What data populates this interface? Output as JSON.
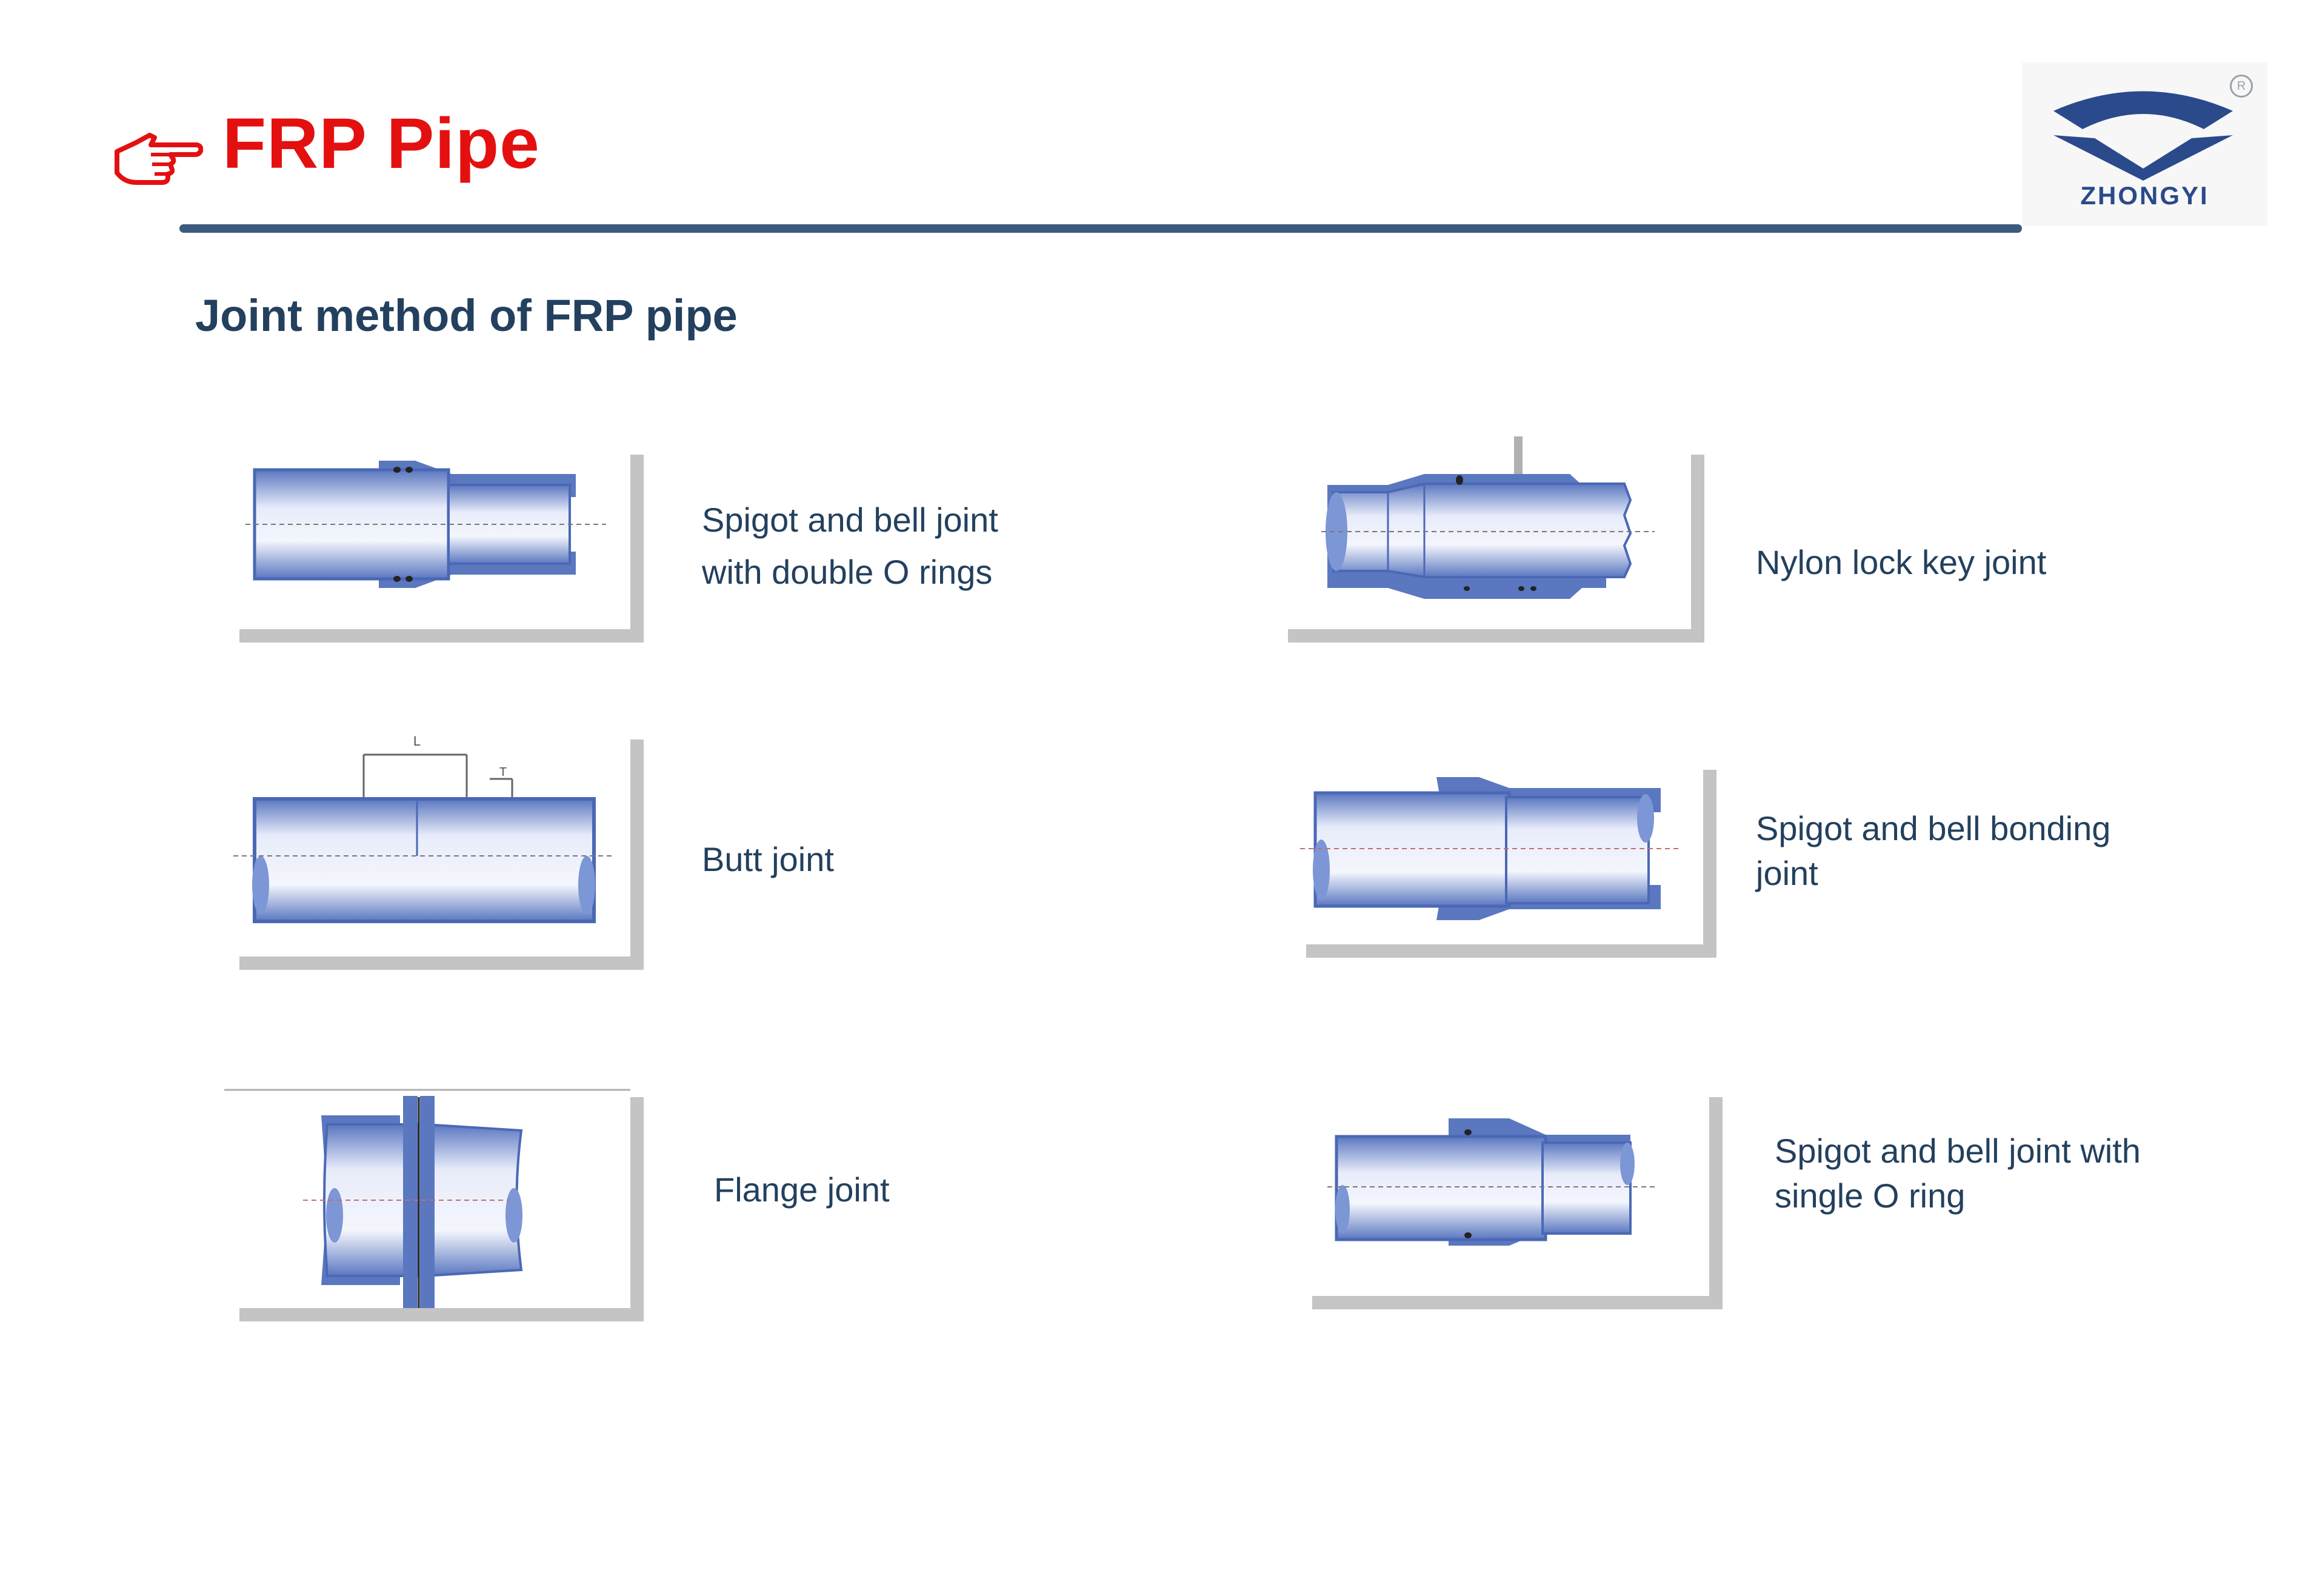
{
  "header": {
    "icon": "pointing-hand-icon",
    "title": "FRP Pipe",
    "title_color": "#e41010",
    "rule_color": "#3c5a7d"
  },
  "logo": {
    "text": "ZHONGYI",
    "registered_mark": "R",
    "brand_color": "#2a4a8c"
  },
  "section": {
    "heading": "Joint method of FRP pipe"
  },
  "joints": [
    {
      "label_lines": [
        "Spigot and bell joint",
        "with double O rings"
      ],
      "icon": "spigot-bell-double-o-ring-diagram"
    },
    {
      "label_lines": [
        "Nylon lock key joint"
      ],
      "icon": "nylon-lock-key-diagram"
    },
    {
      "label_lines": [
        "Butt joint"
      ],
      "icon": "butt-joint-diagram",
      "dimension_labels": [
        "L",
        "T"
      ]
    },
    {
      "label_lines": [
        "Spigot and bell bonding",
        "joint"
      ],
      "icon": "spigot-bell-bonding-diagram"
    },
    {
      "label_lines": [
        "Flange joint"
      ],
      "icon": "flange-joint-diagram"
    },
    {
      "label_lines": [
        "Spigot and bell joint with",
        "single O ring"
      ],
      "icon": "spigot-bell-single-o-ring-diagram"
    }
  ]
}
